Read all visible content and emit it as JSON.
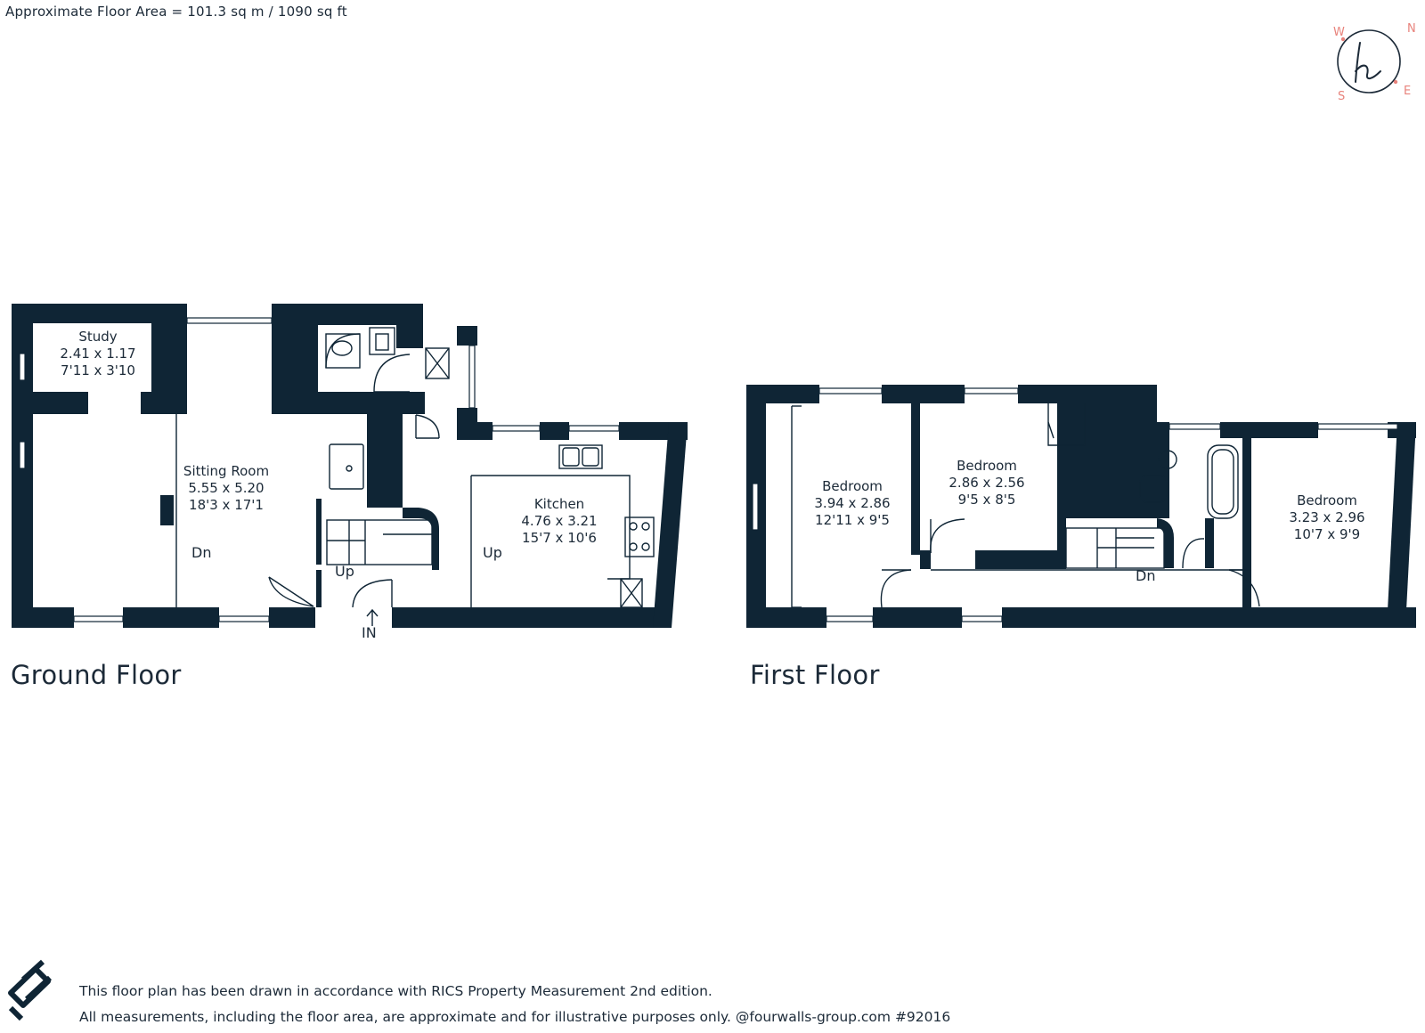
{
  "header": {
    "floor_area": "Approximate Floor Area = 101.3 sq m / 1090 sq ft"
  },
  "compass": {
    "n": "N",
    "w": "W",
    "s": "S",
    "e": "E",
    "accent_color": "#e8837c",
    "logo_icon": "signature-h-icon"
  },
  "wall_color": "#0f2535",
  "ground_floor": {
    "label": "Ground Floor",
    "rooms": [
      {
        "name": "Study",
        "metric": "2.41 x 1.17",
        "imperial": "7'11 x 3'10"
      },
      {
        "name": "Sitting Room",
        "metric": "5.55 x 5.20",
        "imperial": "18'3 x 17'1"
      },
      {
        "name": "Kitchen",
        "metric": "4.76 x 3.21",
        "imperial": "15'7 x 10'6"
      }
    ],
    "stair_dn": "Dn",
    "stair_up_1": "Up",
    "stair_up_2": "Up",
    "entrance": "IN"
  },
  "first_floor": {
    "label": "First Floor",
    "rooms": [
      {
        "name": "Bedroom",
        "metric": "3.94 x 2.86",
        "imperial": "12'11 x 9'5"
      },
      {
        "name": "Bedroom",
        "metric": "2.86 x 2.56",
        "imperial": "9'5 x 8'5"
      },
      {
        "name": "Bedroom",
        "metric": "3.23 x 2.96",
        "imperial": "10'7 x 9'9"
      }
    ],
    "stair_dn": "Dn"
  },
  "footer": {
    "line1": "This floor plan has been drawn in accordance with RICS Property Measurement 2nd edition.",
    "line2": "All measurements, including the floor area, are approximate and for illustrative purposes only. @fourwalls-group.com #92016",
    "logo_icon": "fourwalls-logo-icon"
  }
}
